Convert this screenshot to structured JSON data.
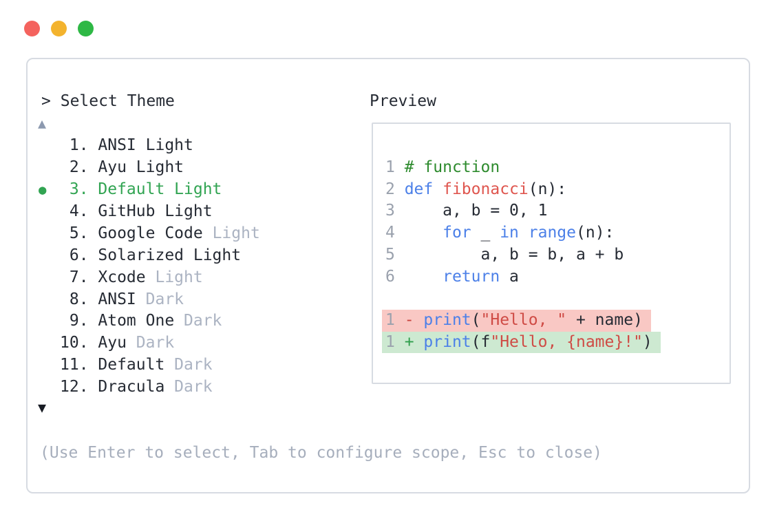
{
  "colors": {
    "traffic_red": "#f4635e",
    "traffic_yellow": "#f3b32e",
    "traffic_green": "#2eb845",
    "border": "#d7dbe2",
    "text": "#262b34",
    "muted": "#abb3c2",
    "help": "#a6aebc",
    "selected_green": "#31a452",
    "line_number": "#9aa1ad",
    "scroll_up": "#8c99af",
    "scroll_down": "#181c24",
    "syntax_comment": "#2e8b2e",
    "syntax_keyword": "#4c80e8",
    "syntax_function": "#df564f",
    "syntax_string": "#cf4b45",
    "diff_del_bg": "#f9c8c4",
    "diff_add_bg": "#cde9d1",
    "diff_del_sign": "#c9453f",
    "diff_add_sign": "#2f9e4c"
  },
  "window_controls": {
    "close_color": "#f4635e",
    "minimize_color": "#f3b32e",
    "maximize_color": "#2eb845"
  },
  "prompt": {
    "symbol": ">",
    "title": "Select Theme"
  },
  "scroll": {
    "up_icon": "▲",
    "down_icon": "▼"
  },
  "selected_marker": "●",
  "theme_list": [
    {
      "number": "1.",
      "name": "ANSI Light",
      "muted": "",
      "selected": false
    },
    {
      "number": "2.",
      "name": "Ayu Light",
      "muted": "",
      "selected": false
    },
    {
      "number": "3.",
      "name": "Default Light",
      "muted": "",
      "selected": true
    },
    {
      "number": "4.",
      "name": "GitHub Light",
      "muted": "",
      "selected": false
    },
    {
      "number": "5.",
      "name": "Google Code ",
      "muted": "Light",
      "selected": false
    },
    {
      "number": "6.",
      "name": "Solarized Light",
      "muted": "",
      "selected": false
    },
    {
      "number": "7.",
      "name": "Xcode ",
      "muted": "Light",
      "selected": false
    },
    {
      "number": "8.",
      "name": "ANSI ",
      "muted": "Dark",
      "selected": false
    },
    {
      "number": "9.",
      "name": "Atom One ",
      "muted": "Dark",
      "selected": false
    },
    {
      "number": "10.",
      "name": "Ayu ",
      "muted": "Dark",
      "selected": false
    },
    {
      "number": "11.",
      "name": "Default ",
      "muted": "Dark",
      "selected": false
    },
    {
      "number": "12.",
      "name": "Dracula ",
      "muted": "Dark",
      "selected": false
    }
  ],
  "preview": {
    "label": "Preview",
    "code": [
      {
        "type": "code",
        "line_number": "1",
        "tokens": [
          [
            "# function",
            "comment"
          ]
        ]
      },
      {
        "type": "code",
        "line_number": "2",
        "tokens": [
          [
            "def",
            "kw"
          ],
          [
            " ",
            "plain"
          ],
          [
            "fibonacci",
            "fn"
          ],
          [
            "(n):",
            "plain"
          ]
        ]
      },
      {
        "type": "code",
        "line_number": "3",
        "tokens": [
          [
            "    a, b = 0, 1",
            "plain"
          ]
        ]
      },
      {
        "type": "code",
        "line_number": "4",
        "tokens": [
          [
            "    ",
            "plain"
          ],
          [
            "for",
            "kw"
          ],
          [
            " _ ",
            "plain"
          ],
          [
            "in",
            "kw"
          ],
          [
            " ",
            "plain"
          ],
          [
            "range",
            "kw"
          ],
          [
            "(n):",
            "plain"
          ]
        ]
      },
      {
        "type": "code",
        "line_number": "5",
        "tokens": [
          [
            "        a, b = b, a + b",
            "plain"
          ]
        ]
      },
      {
        "type": "code",
        "line_number": "6",
        "tokens": [
          [
            "    ",
            "plain"
          ],
          [
            "return",
            "kw"
          ],
          [
            " a",
            "plain"
          ]
        ]
      },
      {
        "type": "blank",
        "line_number": "",
        "tokens": []
      },
      {
        "type": "diff-del",
        "line_number": "1",
        "tokens": [
          [
            "- ",
            "del-sign"
          ],
          [
            "print",
            "kw"
          ],
          [
            "(",
            "plain"
          ],
          [
            "\"Hello, \"",
            "str"
          ],
          [
            " + name)",
            "plain"
          ]
        ]
      },
      {
        "type": "diff-add",
        "line_number": "1",
        "tokens": [
          [
            "+ ",
            "add-sign"
          ],
          [
            "print",
            "kw"
          ],
          [
            "(f",
            "plain"
          ],
          [
            "\"Hello, {name}!\"",
            "str"
          ],
          [
            ")",
            "plain"
          ]
        ]
      }
    ]
  },
  "help_text": "(Use Enter to select, Tab to configure scope, Esc to close)"
}
